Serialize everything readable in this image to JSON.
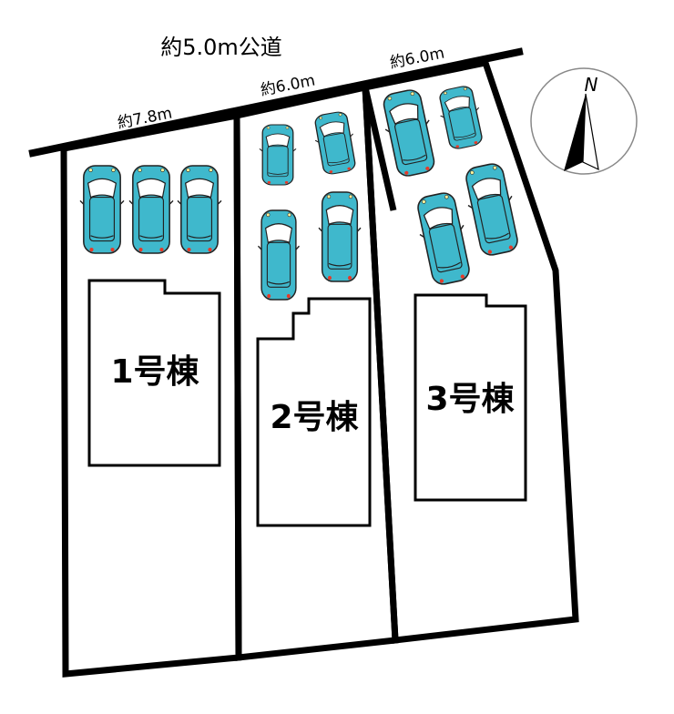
{
  "road": {
    "label": "約5.0m公道"
  },
  "frontage": [
    {
      "label": "約7.8m"
    },
    {
      "label": "約6.0m"
    },
    {
      "label": "約6.0m"
    }
  ],
  "buildings": [
    {
      "label": "1号棟"
    },
    {
      "label": "2号棟"
    },
    {
      "label": "3号棟"
    }
  ],
  "compass": {
    "north_label": "N"
  },
  "colors": {
    "car_fill": "#3fb8cc",
    "car_outline": "#222222",
    "line": "#000000",
    "background": "#ffffff"
  },
  "icons": {
    "car": "car-top-view-icon",
    "compass": "north-arrow-icon"
  },
  "parking": {
    "lot_1_cars": 3,
    "lot_2_cars": 4,
    "lot_3_cars": 4
  }
}
